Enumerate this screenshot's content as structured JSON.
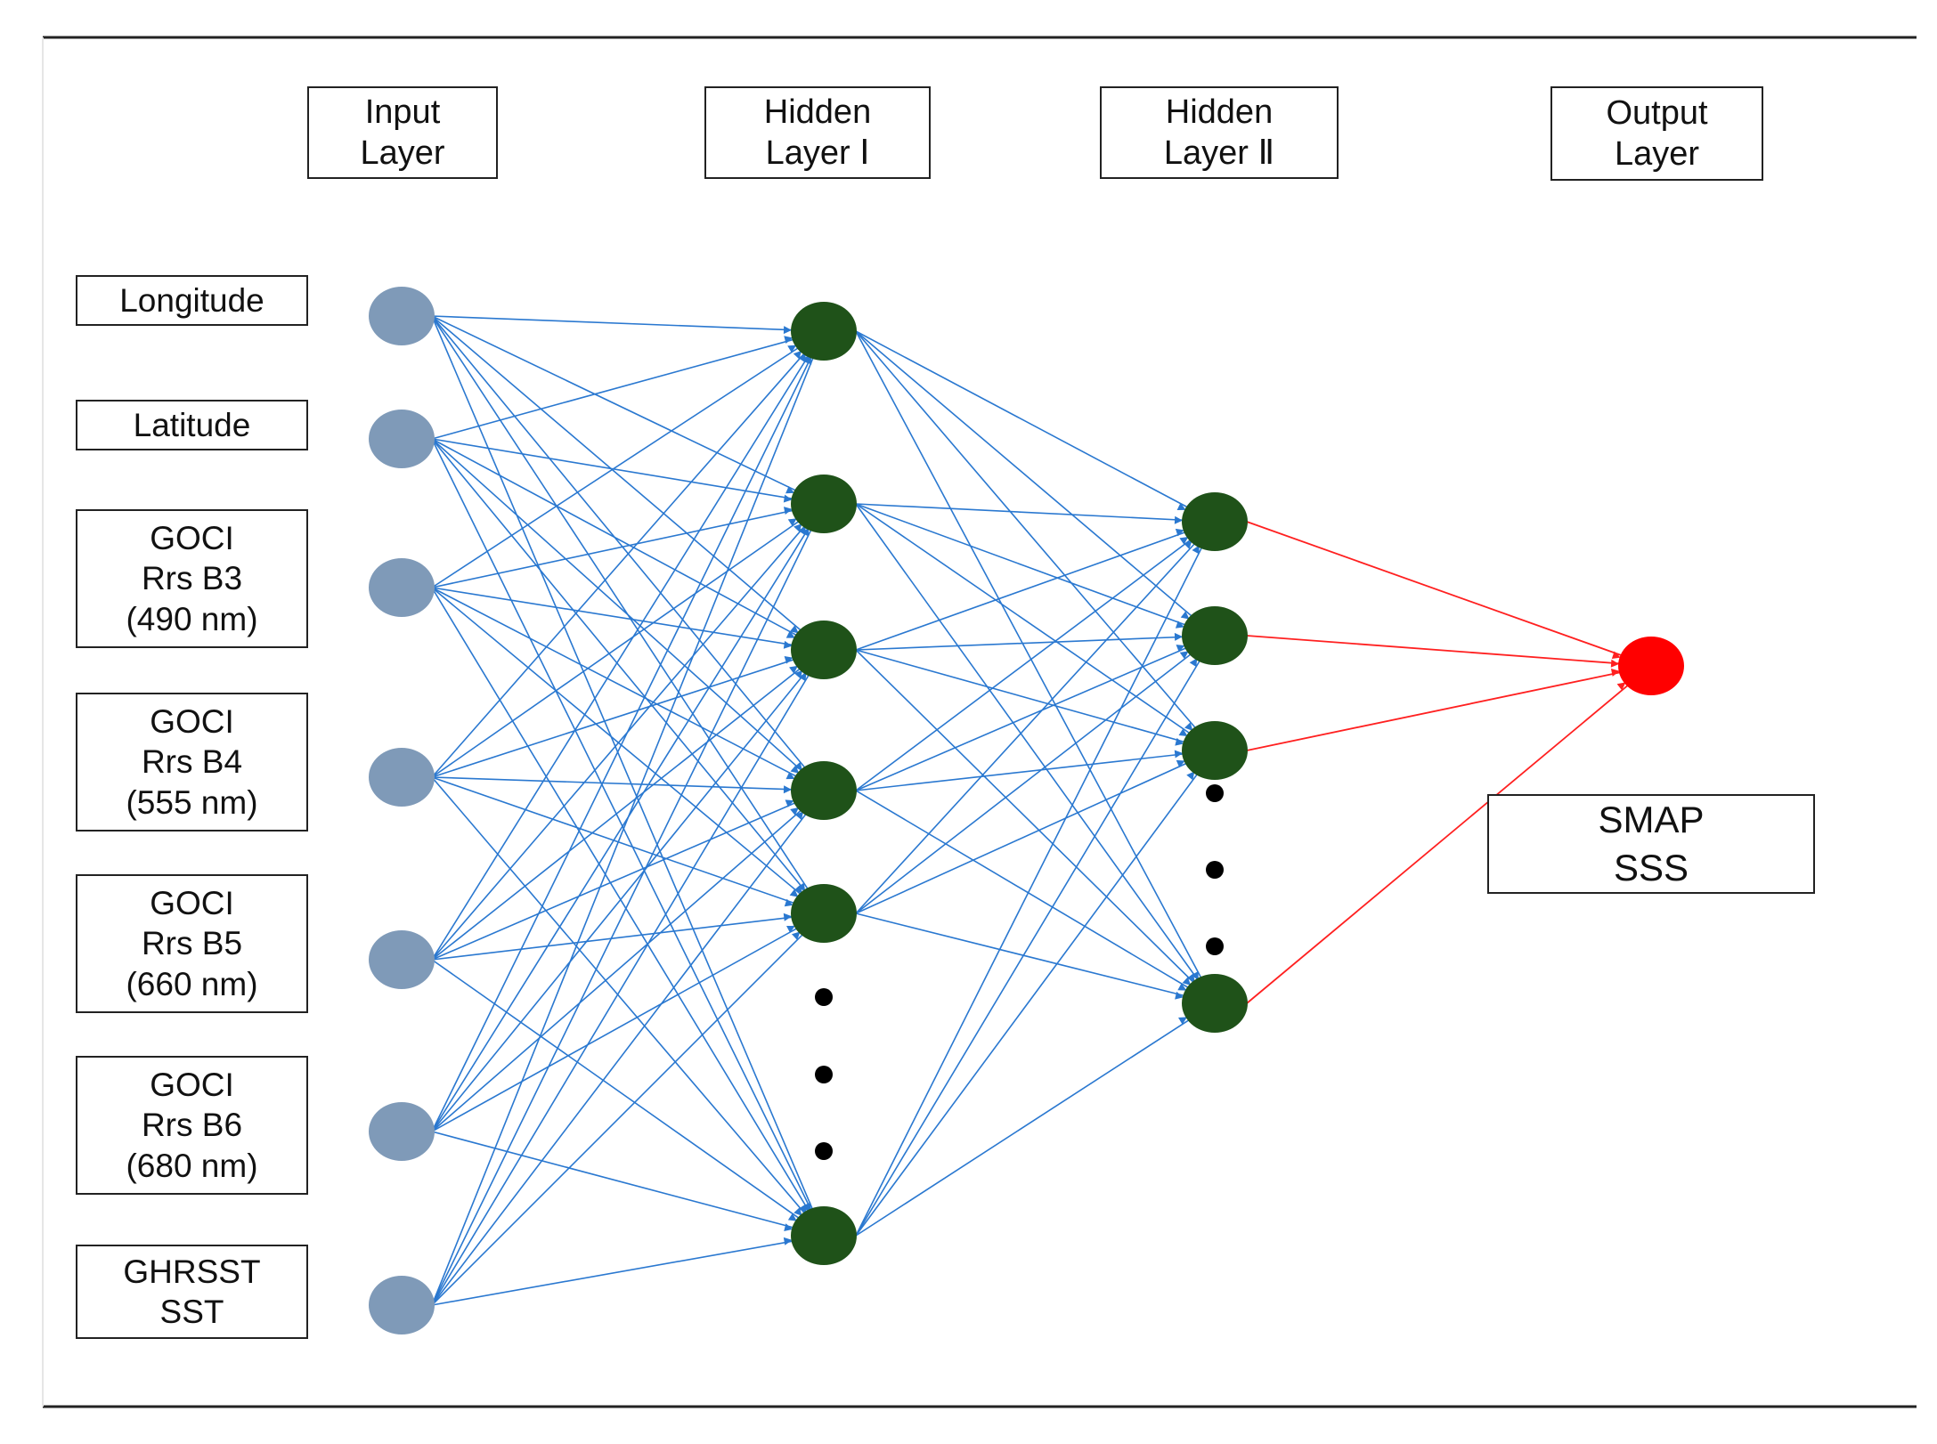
{
  "layer_headers": {
    "input": [
      "Input",
      "Layer"
    ],
    "hidden1": [
      "Hidden",
      "Layer Ⅰ"
    ],
    "hidden2": [
      "Hidden",
      "Layer Ⅱ"
    ],
    "output": [
      "Output",
      "Layer"
    ]
  },
  "input_labels": [
    [
      "Longitude"
    ],
    [
      "Latitude"
    ],
    [
      "GOCI",
      "Rrs B3",
      "(490 nm)"
    ],
    [
      "GOCI",
      "Rrs B4",
      "(555 nm)"
    ],
    [
      "GOCI",
      "Rrs B5",
      "(660 nm)"
    ],
    [
      "GOCI",
      "Rrs B6",
      "(680 nm)"
    ],
    [
      "GHRSST",
      "SST"
    ]
  ],
  "output_label": [
    "SMAP",
    "SSS"
  ],
  "colors": {
    "input_node": "#7f9ab8",
    "hidden_node": "#1f5219",
    "output_node": "#ff0000",
    "hidden_edge": "#2a78d0",
    "output_edge": "#ff2020",
    "ellipsis_dot": "#000000",
    "rule": "#222222"
  }
}
